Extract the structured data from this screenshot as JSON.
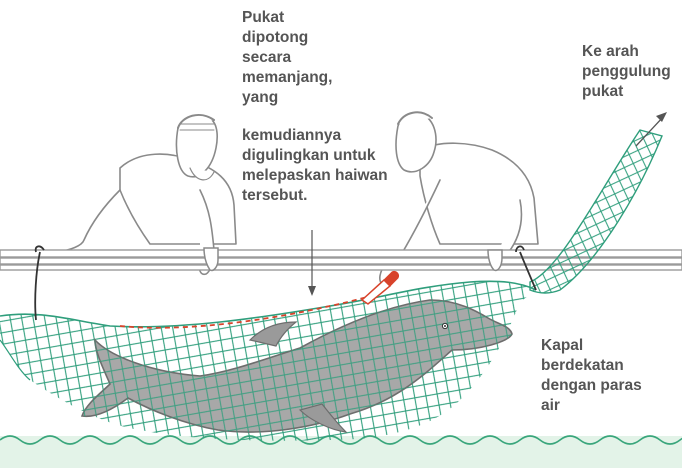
{
  "annotations": {
    "cut_net": {
      "lines_top": [
        "Pukat",
        "dipotong",
        "secara",
        "memanjang,",
        "yang"
      ],
      "lines_bottom": [
        "kemudiannya",
        "digulingkan untuk",
        "melepaskan haiwan",
        "tersebut."
      ]
    },
    "to_roller": {
      "lines": [
        "Ke arah",
        "penggulung",
        "pukat"
      ]
    },
    "boat_water": {
      "lines": [
        "Kapal",
        "berdekatan",
        "dengan paras",
        "air"
      ]
    }
  },
  "colors": {
    "net": "#2f9e7c",
    "cut_line": "#d8432b",
    "dolphin": "#a8a8a8",
    "figure_line": "#888888",
    "water": "#e3f3e8",
    "water_line": "#3aa67c",
    "text": "#555555"
  },
  "icons": {
    "arrow": "arrow-up-right-icon",
    "knife": "knife-icon"
  }
}
